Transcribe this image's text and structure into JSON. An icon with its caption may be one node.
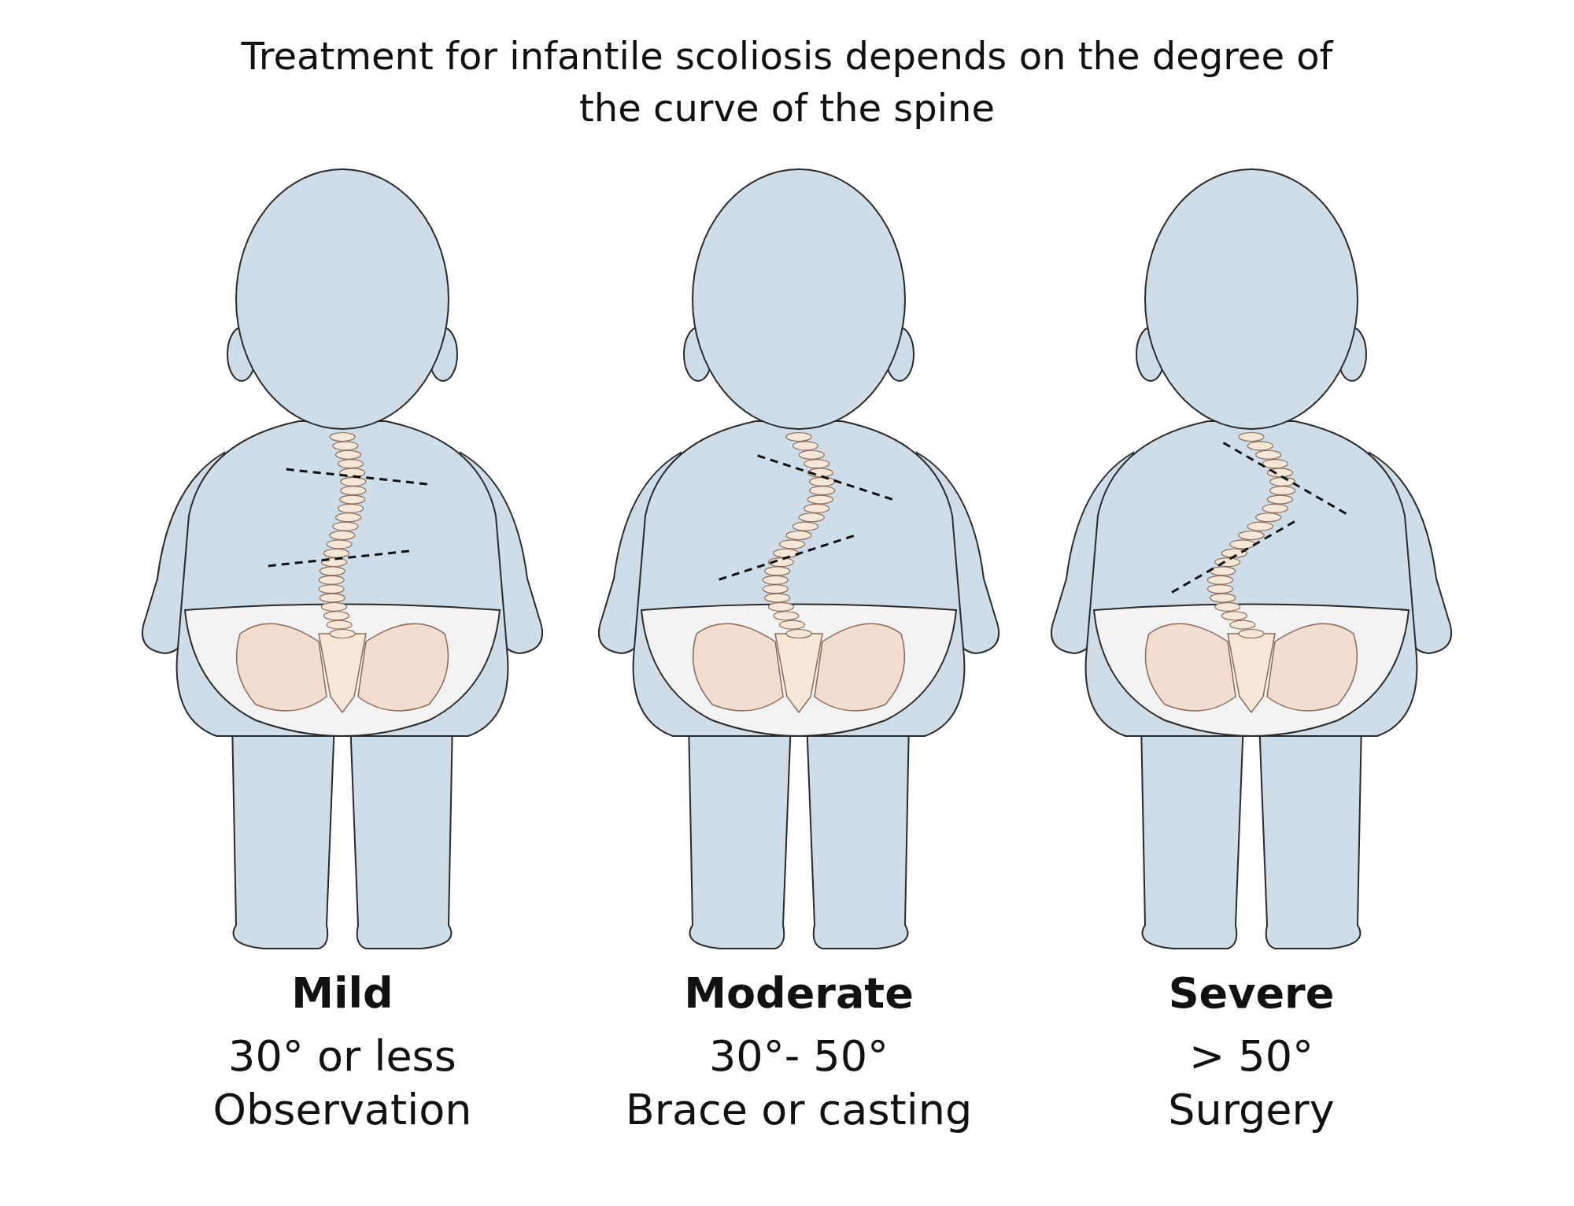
{
  "diagram": {
    "title": "Treatment for infantile scoliosis depends on the degree of the curve of the spine",
    "labels": [
      "Mild",
      "30° or less",
      "Observation",
      "Moderate",
      "30°- 50°",
      "Brace or casting",
      "Severe",
      "> 50°",
      "Surgery"
    ]
  }
}
